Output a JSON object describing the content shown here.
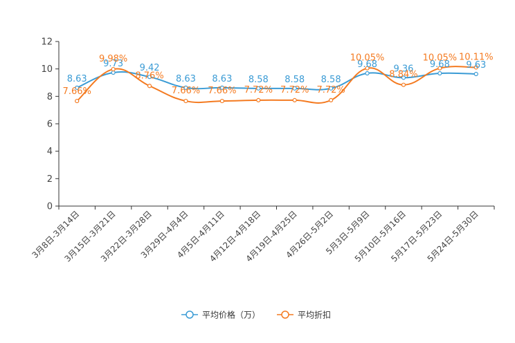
{
  "chart_data": {
    "type": "line",
    "categories": [
      "3月8日-3月14日",
      "3月15日-3月21日",
      "3月22日-3月28日",
      "3月29日-4月4日",
      "4月5日-4月11日",
      "4月12日-4月18日",
      "4月19日-4月25日",
      "4月26日-5月2日",
      "5月3日-5月9日",
      "5月10日-5月16日",
      "5月17日-5月23日",
      "5月24日-5月30日"
    ],
    "ylim": [
      0,
      12
    ],
    "yticks": [
      0,
      2,
      4,
      6,
      8,
      10,
      12
    ],
    "series": [
      {
        "name": "平均价格（万）",
        "color": "#3a9bd5",
        "values": [
          8.63,
          9.73,
          9.42,
          8.63,
          8.63,
          8.58,
          8.58,
          8.58,
          9.68,
          9.36,
          9.68,
          9.63
        ],
        "labels": [
          "8.63",
          "9.73",
          "9.42",
          "8.63",
          "8.63",
          "8.58",
          "8.58",
          "8.58",
          "9.68",
          "9.36",
          "9.68",
          "9.63"
        ]
      },
      {
        "name": "平均折扣",
        "color": "#f47a20",
        "values": [
          7.66,
          9.98,
          8.76,
          7.66,
          7.66,
          7.72,
          7.72,
          7.72,
          10.05,
          8.84,
          10.05,
          10.11
        ],
        "labels": [
          "7.66%",
          "9.98%",
          "8.76%",
          "7.66%",
          "7.66%",
          "7.72%",
          "7.72%",
          "7.72%",
          "10.05%",
          "8.84%",
          "10.05%",
          "10.11%"
        ]
      }
    ],
    "legend_position": "bottom-center",
    "grid": false
  }
}
